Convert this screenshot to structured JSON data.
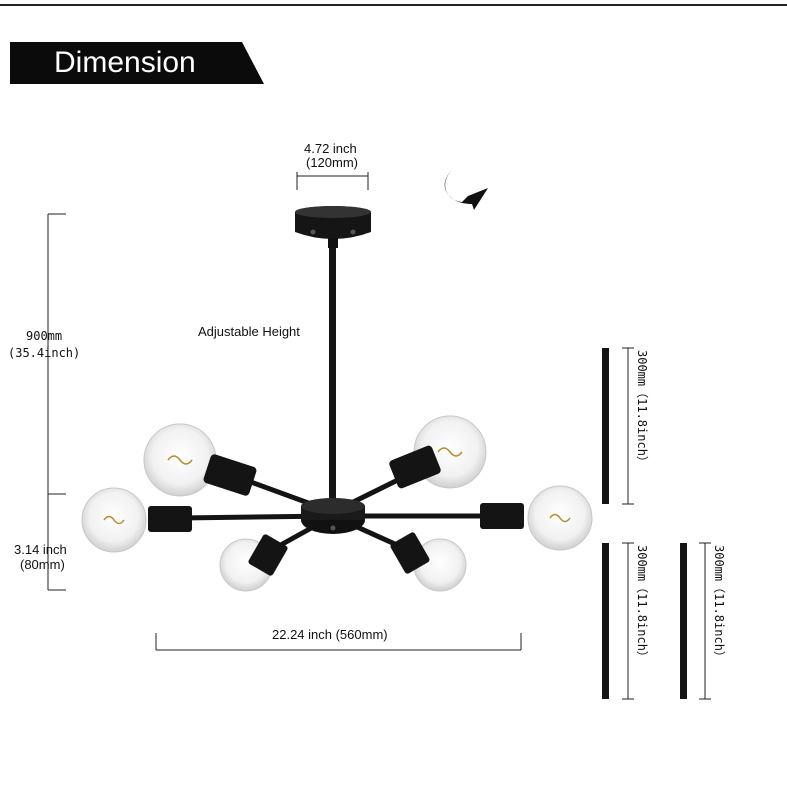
{
  "header": {
    "title": "Dimension"
  },
  "dimensions": {
    "canopy_width_inch": "4.72 inch",
    "canopy_width_mm": "(120mm)",
    "total_height_mm": "900mm",
    "total_height_inch": "(35.4inch)",
    "adjustable_height": "Adjustable Height",
    "fixture_height_inch": "3.14 inch",
    "fixture_height_mm": "(80mm)",
    "span": "22.24 inch (560mm)"
  },
  "extension_rods": [
    {
      "label": "300mm（11.8inch）"
    },
    {
      "label": "300mm（11.8inch）"
    },
    {
      "label": "300mm（11.8inch）"
    }
  ],
  "colors": {
    "banner": "#0b0b0b",
    "fixture": "#111111",
    "glass": "#eeeeee"
  },
  "icons": [
    "curved-arrow-icon"
  ]
}
